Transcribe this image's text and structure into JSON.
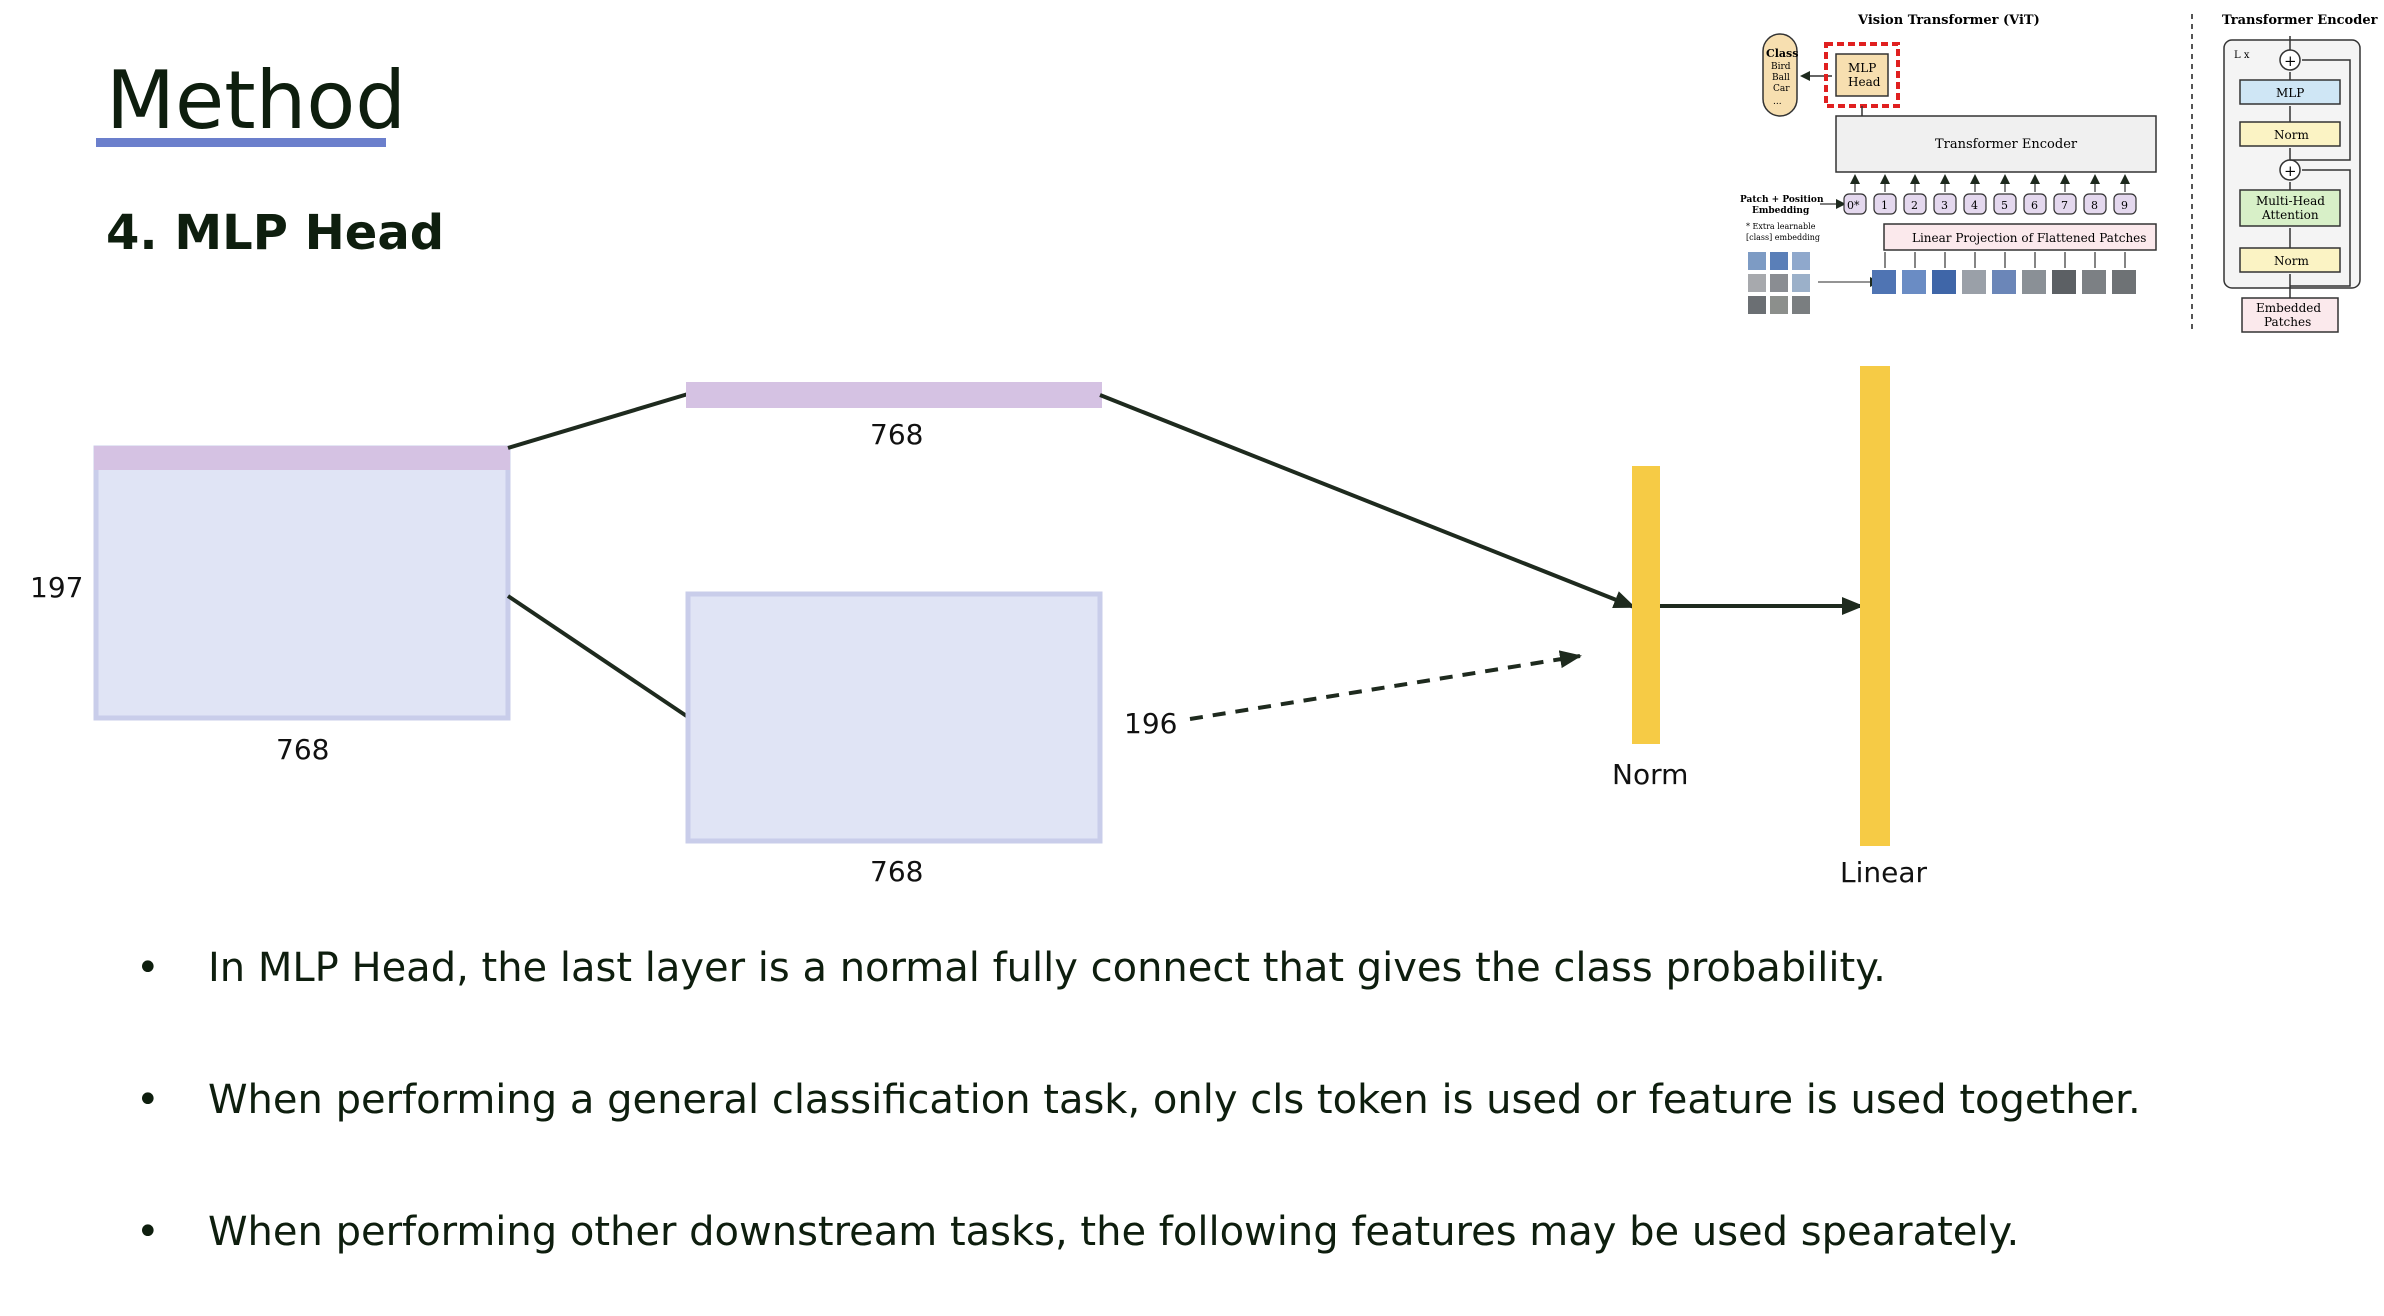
{
  "slide": {
    "title": "Method",
    "section_heading": "4. MLP Head"
  },
  "diagram": {
    "input_tokens_rows": "197",
    "input_tokens_cols": "768",
    "cls_token_dim": "768",
    "patch_features_cols": "768",
    "patch_features_rows": "196",
    "norm_label": "Norm",
    "linear_label": "Linear"
  },
  "bullets": [
    "In MLP Head, the last layer is a normal fully connect that gives the class probability.",
    "When performing a general classification task, only cls token is used or feature is used together.",
    "When performing other downstream tasks, the following features may be used spearately."
  ],
  "bullet_glyph": "•",
  "vit_figure": {
    "title": "Vision Transformer (ViT)",
    "class_label": "Class",
    "class_items": [
      "Bird",
      "Ball",
      "Car",
      "..."
    ],
    "mlp_head": [
      "MLP",
      "Head"
    ],
    "transformer_encoder": "Transformer Encoder",
    "patch_embedding": [
      "Patch + Position",
      "Embedding"
    ],
    "extra_learnable": [
      "* Extra learnable",
      "[class] embedding"
    ],
    "linear_projection": "Linear Projection of Flattened Patches",
    "tokens": [
      "0*",
      "1",
      "2",
      "3",
      "4",
      "5",
      "6",
      "7",
      "8",
      "9"
    ]
  },
  "encoder_figure": {
    "title": "Transformer Encoder",
    "repeat": "L x",
    "blocks": {
      "mlp": "MLP",
      "norm_top": "Norm",
      "attention": [
        "Multi-Head",
        "Attention"
      ],
      "norm_bottom": "Norm",
      "embedded": [
        "Embedded",
        "Patches"
      ]
    },
    "plus": "+"
  },
  "colors": {
    "title_text": "#0e1e0e",
    "underline": "#6b7fcc",
    "cls_token": "#d5c2e3",
    "feature_block": "#e0e4f5",
    "feature_border": "#c9cdea",
    "norm_linear": "#f6cb45",
    "mlp_head_border": "#e02020",
    "mlp_block": "#cfe6f5",
    "norm_block": "#fbf3c4",
    "attention_block": "#d8f0c8",
    "embedded_block": "#fbe9ec"
  }
}
